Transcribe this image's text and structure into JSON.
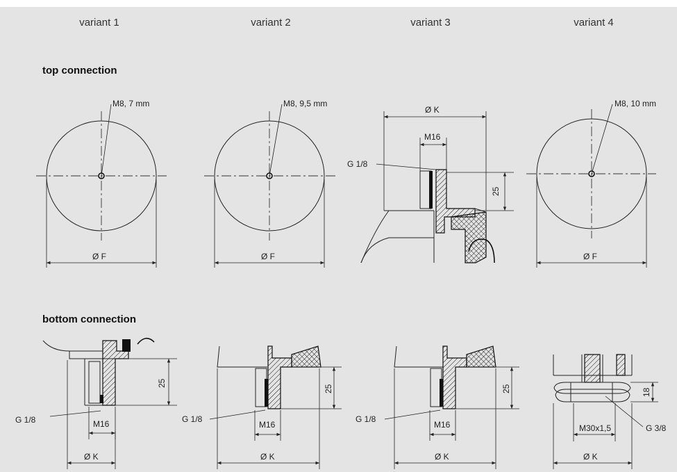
{
  "variants": [
    "variant 1",
    "variant 2",
    "variant 3",
    "variant 4"
  ],
  "sections": {
    "top": "top connection",
    "bottom": "bottom connection"
  },
  "top_labels": {
    "v1_thread": "M8, 7 mm",
    "v2_thread": "M8, 9,5 mm",
    "v4_thread": "M8, 10 mm",
    "diameter_f": "Ø F",
    "v3_diameter_k": "Ø K",
    "v3_m16": "M16",
    "v3_g18": "G 1/8",
    "v3_25": "25"
  },
  "bottom_labels": {
    "g18": "G 1/8",
    "m16": "M16",
    "diameter_k": "Ø K",
    "dim_25": "25",
    "v4_18": "18",
    "v4_m30": "M30x1,5",
    "v4_g38": "G 3/8"
  }
}
